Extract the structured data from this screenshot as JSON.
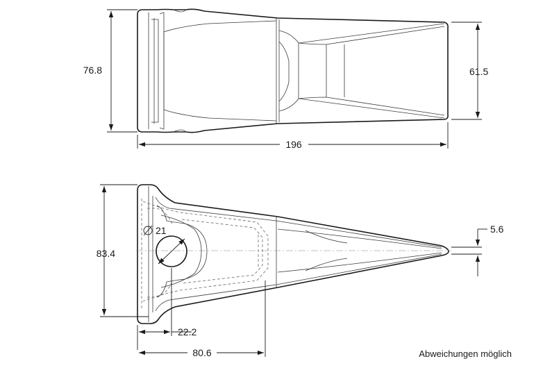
{
  "top_view": {
    "dim_height_left": "76.8",
    "dim_height_right": "61.5",
    "dim_length": "196"
  },
  "side_view": {
    "dim_height": "83.4",
    "dim_tip": "5.6",
    "dim_hole": "21",
    "dim_offset": "22.2",
    "dim_depth": "80.6"
  },
  "note": "Abweichungen möglich"
}
